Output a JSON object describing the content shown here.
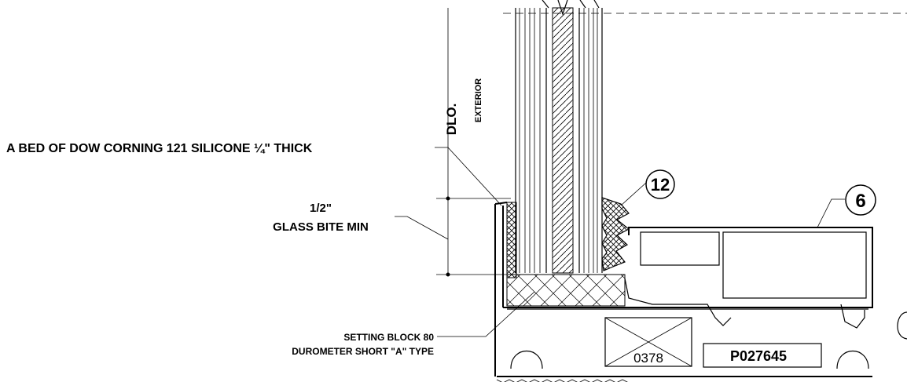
{
  "labels": {
    "silicone_bed": "A BED OF DOW CORNING 121 SILICONE ¼\" THICK",
    "glass_bite_dim": "1/2\"",
    "glass_bite_text": "GLASS BITE MIN",
    "setting_block_line1": "SETTING BLOCK 80",
    "setting_block_line2": "DUROMETER SHORT \"A\" TYPE",
    "dlo": "DLO.",
    "exterior": "EXTERIOR"
  },
  "callouts": {
    "gasket_number": "12",
    "frame_number": "6"
  },
  "part_numbers": {
    "block_code": "0378",
    "extrusion_code": "P027645"
  }
}
